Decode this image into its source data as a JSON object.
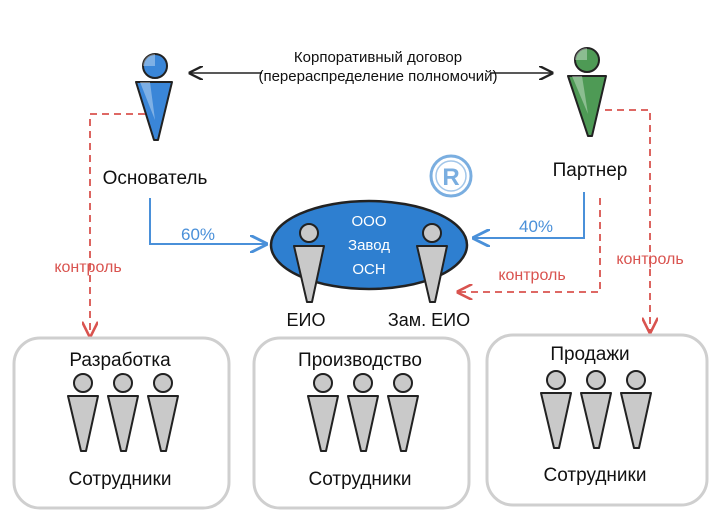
{
  "agreement": {
    "line1": "Корпоративный договор",
    "line2": "(перераспределение полномочий)"
  },
  "founder": {
    "label": "Основатель",
    "color": "#3a86d8"
  },
  "partner": {
    "label": "Партнер",
    "color": "#4e9a55"
  },
  "company": {
    "line1": "ООО",
    "line2": "Завод",
    "line3": "ОСН",
    "color": "#2e7fd0"
  },
  "registered_mark": "R",
  "shares": {
    "founder": "60%",
    "partner": "40%"
  },
  "control_label": "контроль",
  "ceo_label": "ЕИО",
  "deputy_label": "Зам. ЕИО",
  "departments": [
    {
      "name": "Разработка",
      "staff": "Сотрудники"
    },
    {
      "name": "Производство",
      "staff": "Сотрудники"
    },
    {
      "name": "Продажи",
      "staff": "Сотрудники"
    }
  ],
  "colors": {
    "ownership_line": "#4a90d9",
    "control_line": "#d9534f",
    "outline": "#222222",
    "person_fill": "#c9c9c9"
  }
}
